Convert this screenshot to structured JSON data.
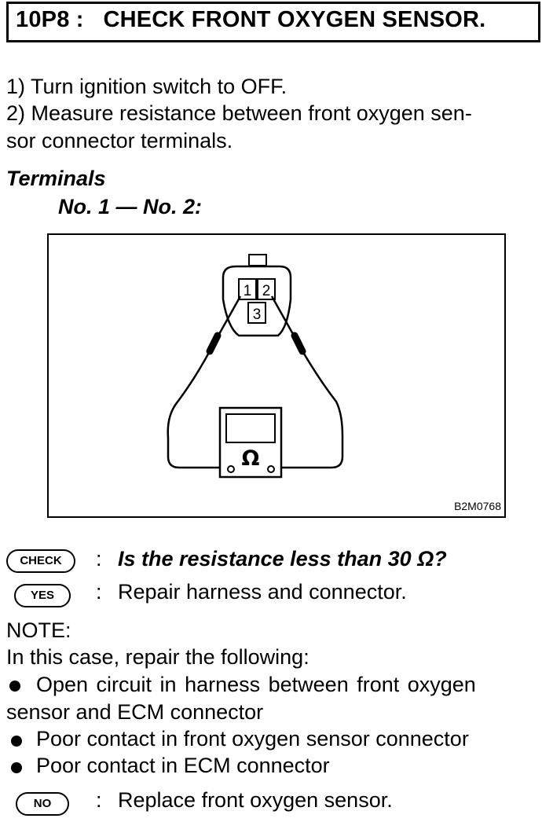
{
  "header": {
    "code": "10P8 :",
    "title": "CHECK FRONT OXYGEN SENSOR."
  },
  "steps": [
    "1)  Turn ignition switch to OFF.",
    "2)  Measure resistance between front oxygen sen-",
    "sor connector terminals."
  ],
  "terminals": {
    "heading": "Terminals",
    "pair": "No. 1 — No. 2:"
  },
  "figure": {
    "pin1": "1",
    "pin2": "2",
    "pin3": "3",
    "meter_symbol": "Ω",
    "ref_code": "B2M0768"
  },
  "check": {
    "badge": "CHECK",
    "colon": ":",
    "question": "Is the resistance less than 30 Ω?"
  },
  "yes": {
    "badge": "YES",
    "colon": ":",
    "action": "Repair harness and connector."
  },
  "note": {
    "heading": "NOTE:",
    "intro": "In this case, repair the following:",
    "item1_line1": "Open circuit in harness between front oxygen",
    "item1_line2": "sensor and ECM connector",
    "item2": "Poor contact in front oxygen sensor connector",
    "item3": "Poor contact in ECM connector"
  },
  "no": {
    "badge": "NO",
    "colon": ":",
    "action": "Replace front oxygen sensor."
  }
}
